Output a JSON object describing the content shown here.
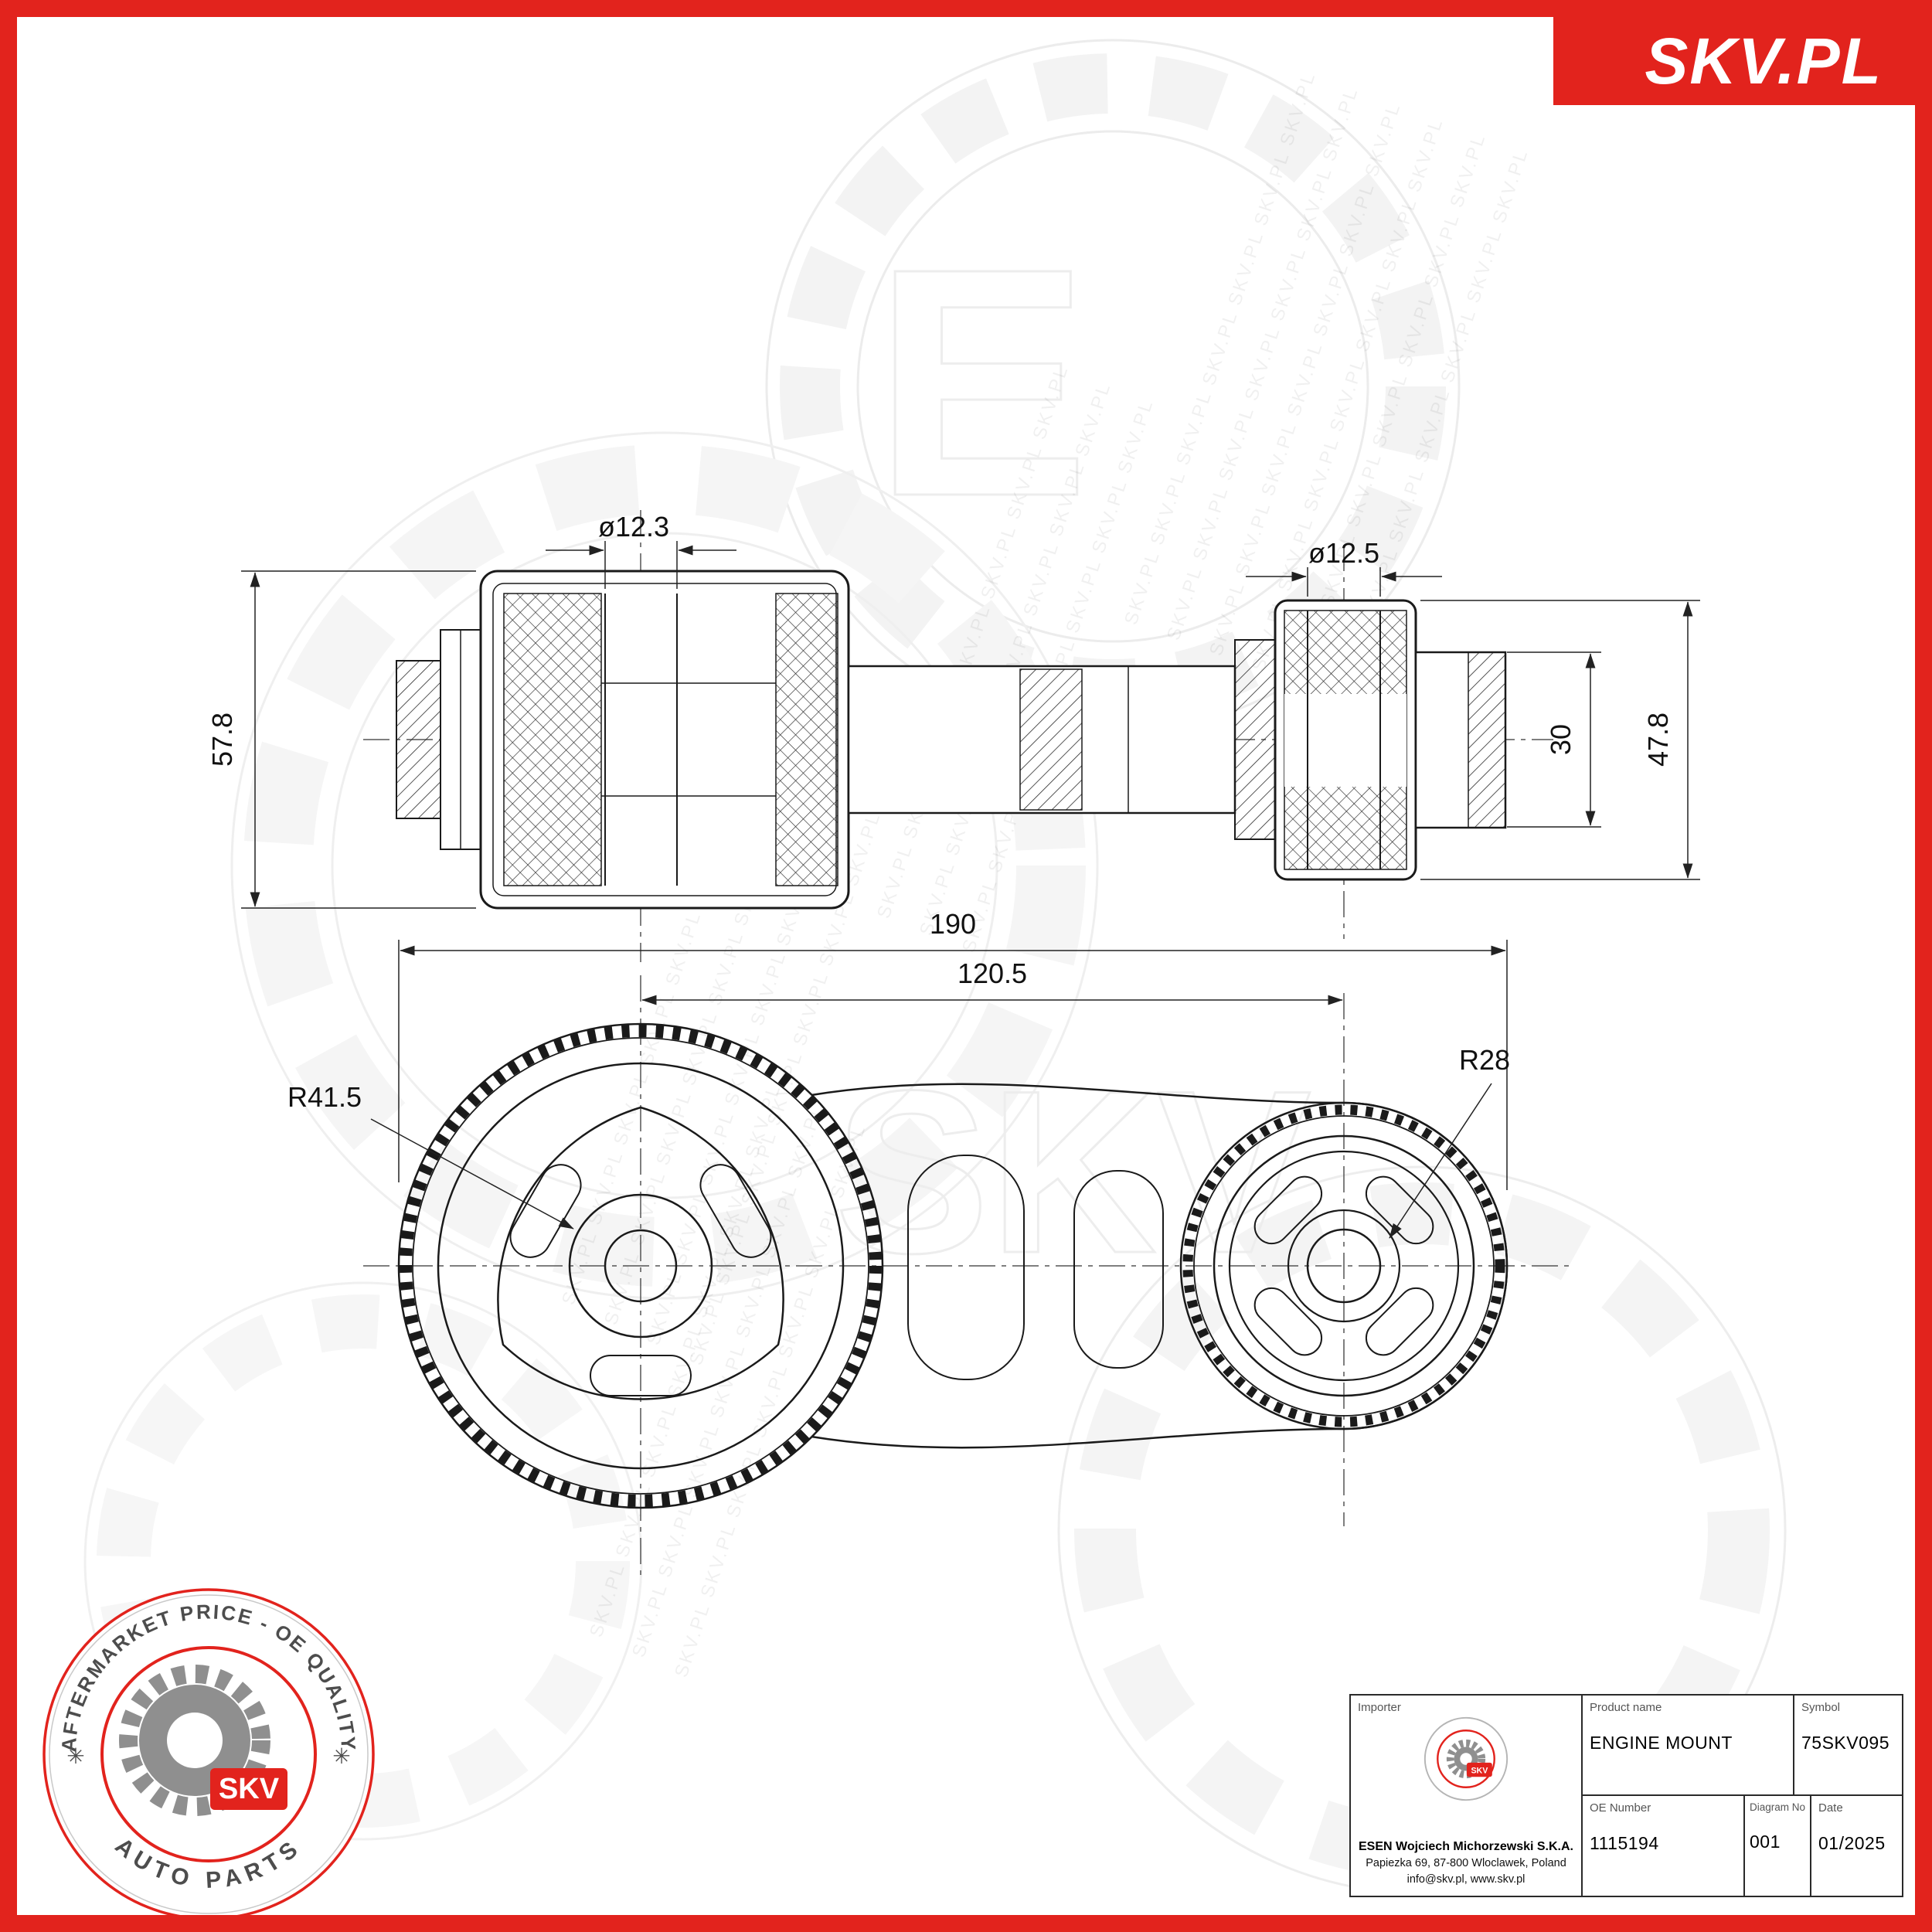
{
  "colors": {
    "accent": "#e2231d",
    "line": "#1a1a1a",
    "stamp-gray": "#4d4d4d"
  },
  "brand": {
    "banner": "SKV.PL"
  },
  "watermark": {
    "tile_text": "SKV.PL SKV.PL SKV.PL SKV.PL SKV.PL SKV.PL SKV.PL",
    "big_letter": "E",
    "big_text": "SKV"
  },
  "drawing": {
    "side_view": {
      "bore_left": "ø12.3",
      "bore_right": "ø12.5",
      "height_left": "57.8",
      "height_right": "47.8",
      "stub_diameter": "30"
    },
    "top_view": {
      "total_length": "190",
      "center_distance": "120.5",
      "radius_left": "R41.5",
      "radius_right": "R28"
    }
  },
  "stamp": {
    "top_text": "AFTERMARKET PRICE - OE QUALITY",
    "bottom_text": "AUTO PARTS",
    "separator": "✳",
    "center_text": "SKV"
  },
  "title_block": {
    "importer_label": "Importer",
    "importer_name": "ESEN Wojciech Michorzewski S.K.A.",
    "importer_address": "Papiezka 69, 87-800 Wloclawek, Poland",
    "importer_contact": "info@skv.pl, www.skv.pl",
    "product_label": "Product name",
    "product_value": "ENGINE MOUNT",
    "symbol_label": "Symbol",
    "symbol_value": "75SKV095",
    "oe_label": "OE Number",
    "oe_value": "1115194",
    "diagram_label": "Diagram No",
    "diagram_value": "001",
    "date_label": "Date",
    "date_value": "01/2025"
  }
}
